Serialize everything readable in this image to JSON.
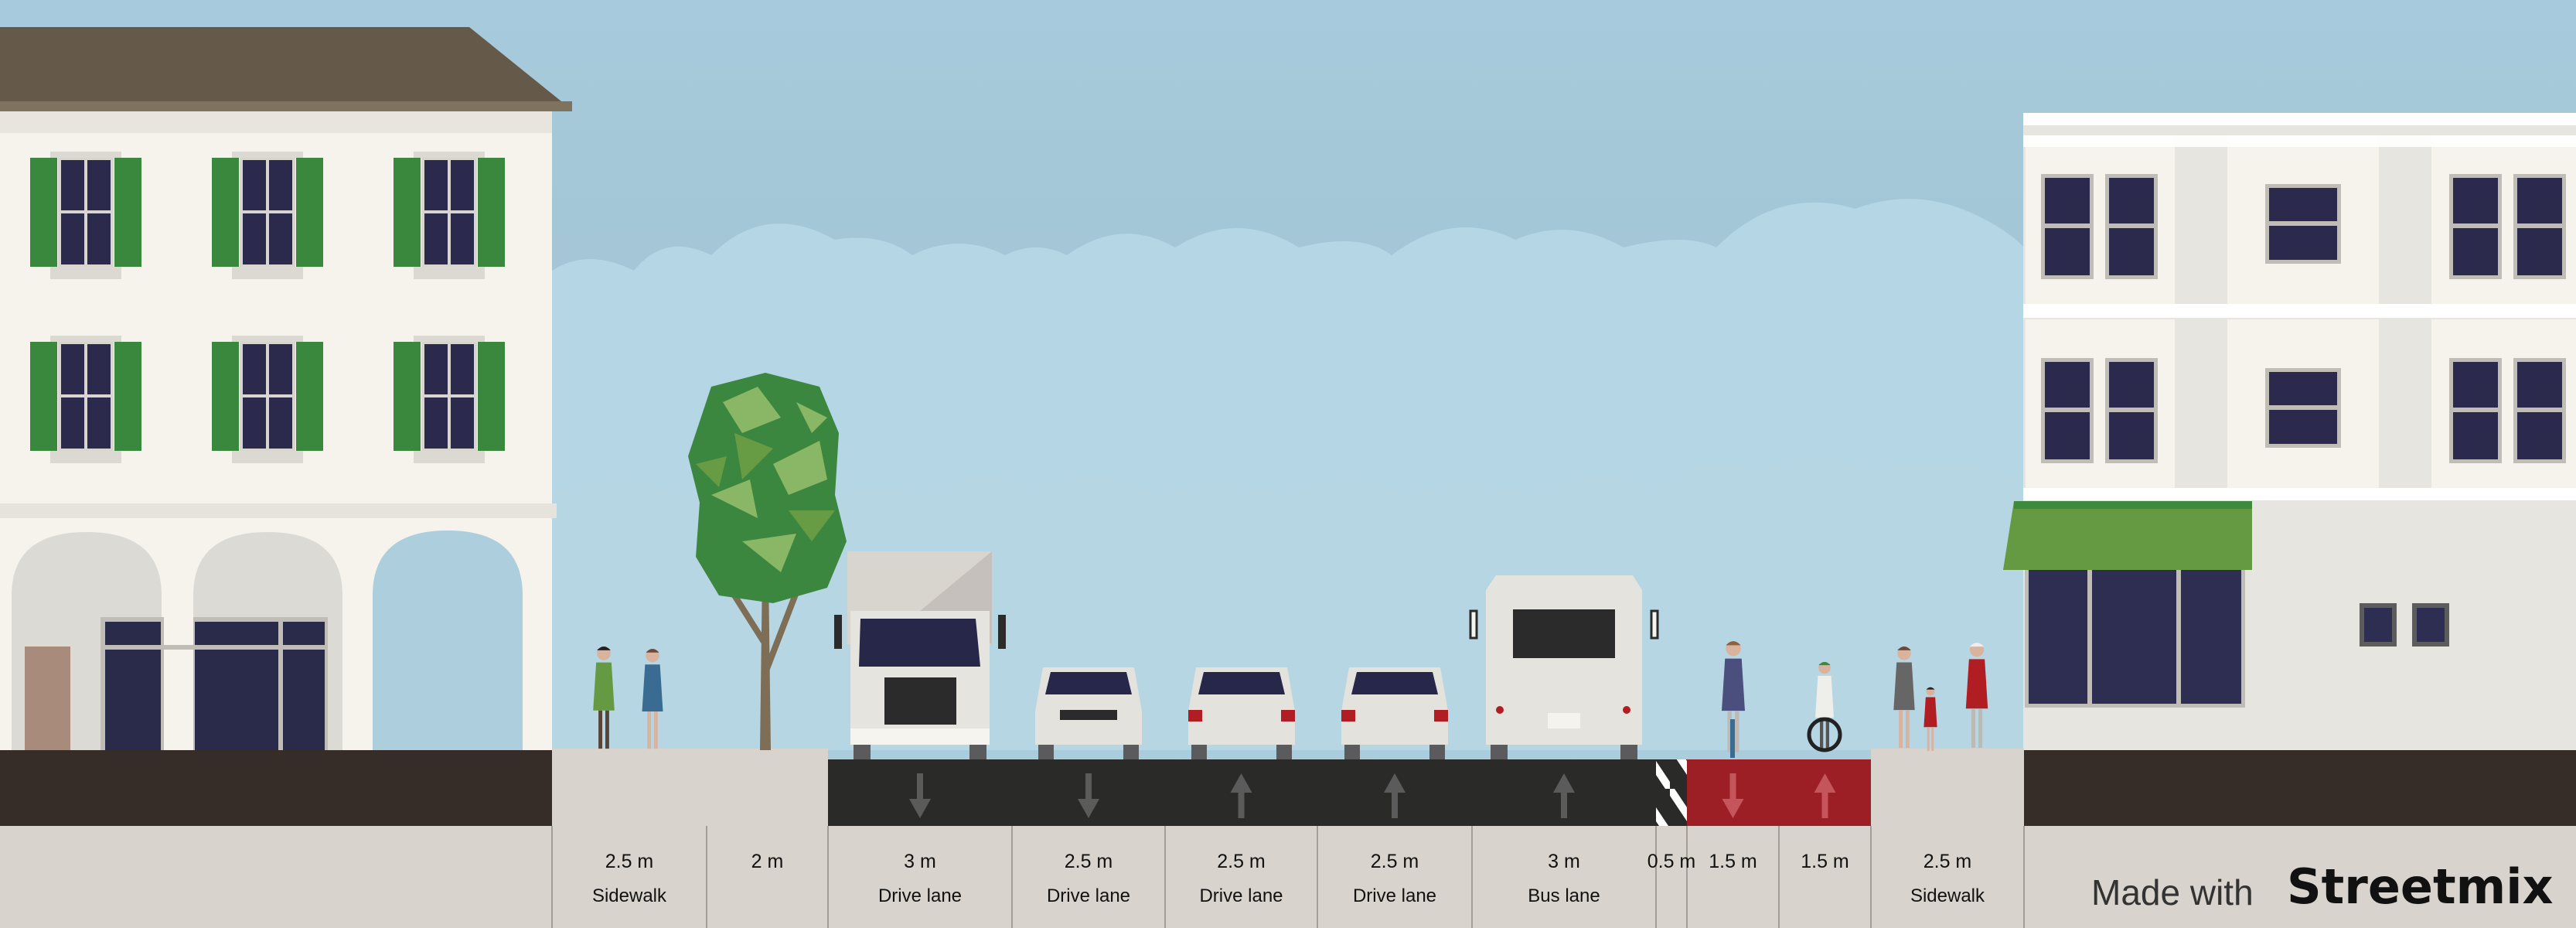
{
  "segments": [
    {
      "width": "2.5 m",
      "name": "Sidewalk"
    },
    {
      "width": "2 m",
      "name": ""
    },
    {
      "width": "3 m",
      "name": "Drive lane",
      "direction": "down"
    },
    {
      "width": "2.5 m",
      "name": "Drive lane",
      "direction": "down"
    },
    {
      "width": "2.5 m",
      "name": "Drive lane",
      "direction": "up"
    },
    {
      "width": "2.5 m",
      "name": "Drive lane",
      "direction": "up"
    },
    {
      "width": "3 m",
      "name": "Bus lane",
      "direction": "up"
    },
    {
      "width": "0.5 m",
      "name": ""
    },
    {
      "width": "1.5 m",
      "name": "",
      "direction": "down"
    },
    {
      "width": "1.5 m",
      "name": "",
      "direction": "up"
    },
    {
      "width": "2.5 m",
      "name": "Sidewalk"
    }
  ],
  "footer": {
    "made_with": "Made with",
    "brand": "Streetmix"
  },
  "colors": {
    "sky": "#a9cddd",
    "road": "#2a2b28",
    "bike_lane": "#9b1f24",
    "sidewalk": "#d8d4cd",
    "ground": "#362d28",
    "awning": "#669a42"
  }
}
